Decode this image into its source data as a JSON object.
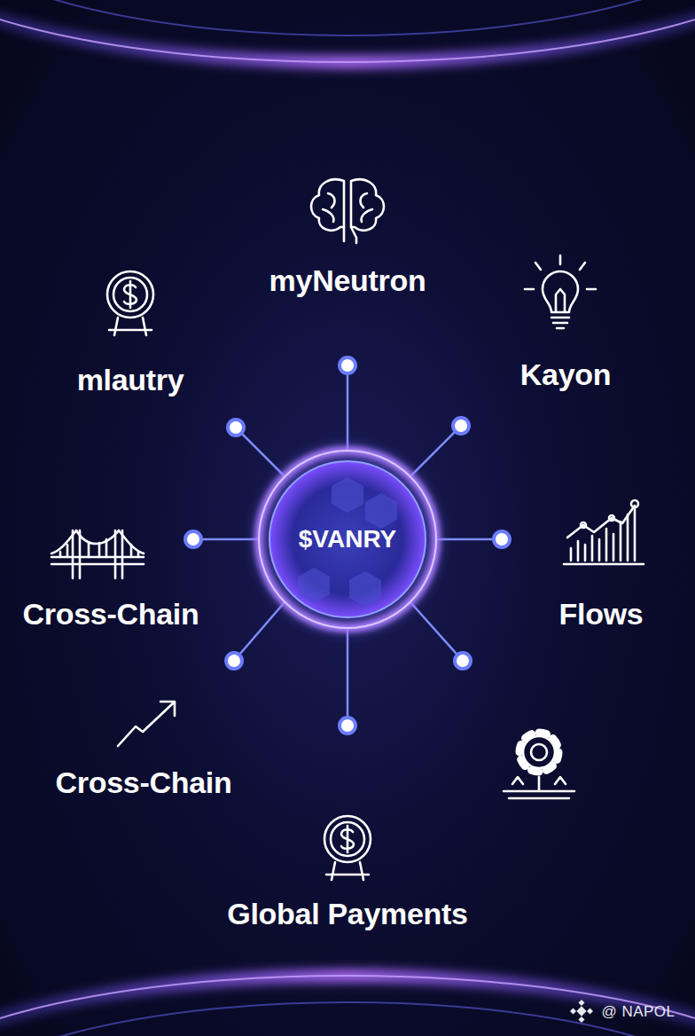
{
  "diagram": {
    "nodes": [
      {
        "text": [
          "$VANRY"
        ]
      }
    ],
    "labels": [
      "myNeutron",
      "mlautry",
      "Kayon",
      "Cross-Chain",
      "Flows",
      "Cross-Chain",
      "Global Payments",
      "@ NAPOL"
    ]
  }
}
